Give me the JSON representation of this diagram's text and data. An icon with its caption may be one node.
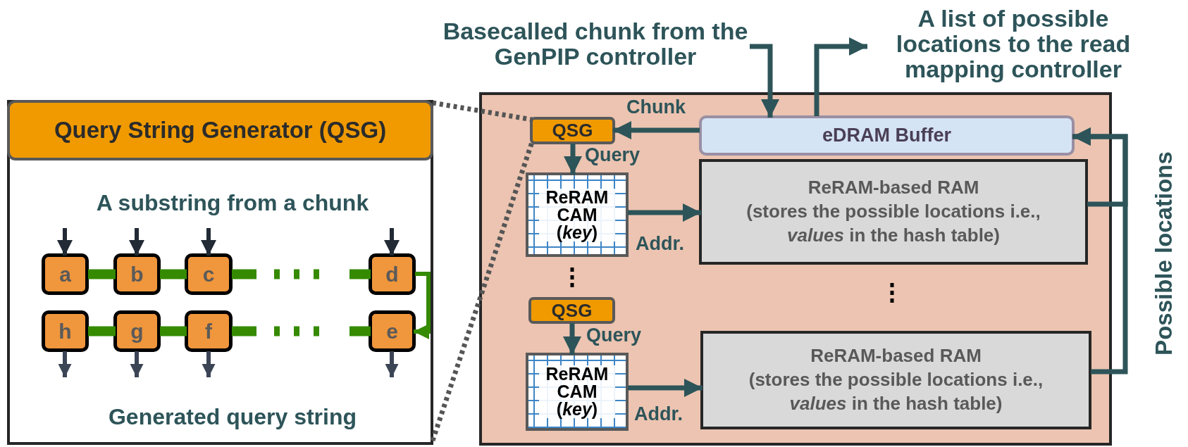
{
  "diagram": {
    "nodes": [
      {
        "text": [],
        "shape": "box"
      },
      {
        "text": [
          "Query String Generator (QSG)"
        ],
        "in": 0
      },
      {
        "text": [
          "a"
        ],
        "in": 0
      },
      {
        "text": [
          "b"
        ],
        "in": 0
      },
      {
        "text": [
          "c"
        ],
        "in": 0
      },
      {
        "text": [
          "d"
        ],
        "in": 0
      },
      {
        "text": [
          "h"
        ],
        "in": 0
      },
      {
        "text": [
          "g"
        ],
        "in": 0
      },
      {
        "text": [
          "f"
        ],
        "in": 0
      },
      {
        "text": [
          "e"
        ],
        "in": 0
      },
      {
        "text": [
          "Basecalled chunk from the GenPIP controller"
        ]
      },
      {
        "text": [
          "A list of possible locations to the read mapping controller"
        ]
      },
      {
        "text": [],
        "shape": "box"
      },
      {
        "text": [
          "eDRAM Buffer"
        ],
        "in": 12
      },
      {
        "text": [
          "QSG"
        ],
        "in": 12
      },
      {
        "text": [
          "ReRAM CAM (*key*)"
        ],
        "in": 12
      },
      {
        "text": [
          "ReRAM-based RAM",
          "(stores the possible locations i.e., *values* in the hash table)"
        ],
        "in": 12
      },
      {
        "text": [
          "QSG"
        ],
        "in": 12
      },
      {
        "text": [
          "ReRAM CAM (*key*)"
        ],
        "in": 12
      },
      {
        "text": [
          "ReRAM-based RAM",
          "(stores the possible locations i.e., *values* in the hash table)"
        ],
        "in": 12
      }
    ],
    "edges": [
      {
        "from": null,
        "to": 2,
        "arrow": "to",
        "color": "#222a35"
      },
      {
        "from": null,
        "to": 3,
        "arrow": "to",
        "color": "#222a35"
      },
      {
        "from": null,
        "to": 4,
        "arrow": "to",
        "color": "#222a35"
      },
      {
        "from": null,
        "to": 5,
        "arrow": "to",
        "color": "#222a35"
      },
      {
        "from": 6,
        "to": null,
        "arrow": "to",
        "color": "#3b4556"
      },
      {
        "from": 7,
        "to": null,
        "arrow": "to",
        "color": "#3b4556"
      },
      {
        "from": 8,
        "to": null,
        "arrow": "to",
        "color": "#3b4556"
      },
      {
        "from": 9,
        "to": null,
        "arrow": "to",
        "color": "#3b4556"
      },
      {
        "from": 2,
        "to": 3,
        "arrow": "none",
        "style": "thick",
        "color": "#358a00"
      },
      {
        "from": 3,
        "to": 4,
        "arrow": "none",
        "style": "thick",
        "color": "#358a00"
      },
      {
        "from": 4,
        "to": 5,
        "arrow": "none",
        "style": "dashed",
        "color": "#358a00"
      },
      {
        "from": 5,
        "to": 9,
        "arrow": "to",
        "color": "#358a00"
      },
      {
        "from": 6,
        "to": 7,
        "arrow": "none",
        "style": "thick",
        "color": "#358a00"
      },
      {
        "from": 7,
        "to": 8,
        "arrow": "none",
        "style": "thick",
        "color": "#358a00"
      },
      {
        "from": 8,
        "to": 9,
        "arrow": "none",
        "style": "dashed",
        "color": "#358a00"
      },
      {
        "from": 10,
        "to": 13,
        "arrow": "to"
      },
      {
        "from": 13,
        "to": 11,
        "arrow": "to"
      },
      {
        "from": 13,
        "to": 14,
        "arrow": "to",
        "label": "Chunk"
      },
      {
        "from": 14,
        "to": 15,
        "arrow": "to",
        "label": "Query"
      },
      {
        "from": 15,
        "to": 16,
        "arrow": "to",
        "label": "Addr."
      },
      {
        "from": 17,
        "to": 18,
        "arrow": "to",
        "label": "Query"
      },
      {
        "from": 18,
        "to": 19,
        "arrow": "to",
        "label": "Addr."
      },
      {
        "from": 16,
        "to": 13,
        "arrow": "to"
      },
      {
        "from": 19,
        "to": 13,
        "arrow": "to"
      },
      {
        "from": 0,
        "to": 14,
        "arrow": "none",
        "style": "dashed",
        "color": "#555555"
      },
      {
        "from": 0,
        "to": 14,
        "arrow": "none",
        "style": "dashed",
        "color": "#555555"
      }
    ],
    "labels": [
      "A substring from a chunk",
      "Generated query string",
      "Possible locations"
    ]
  }
}
